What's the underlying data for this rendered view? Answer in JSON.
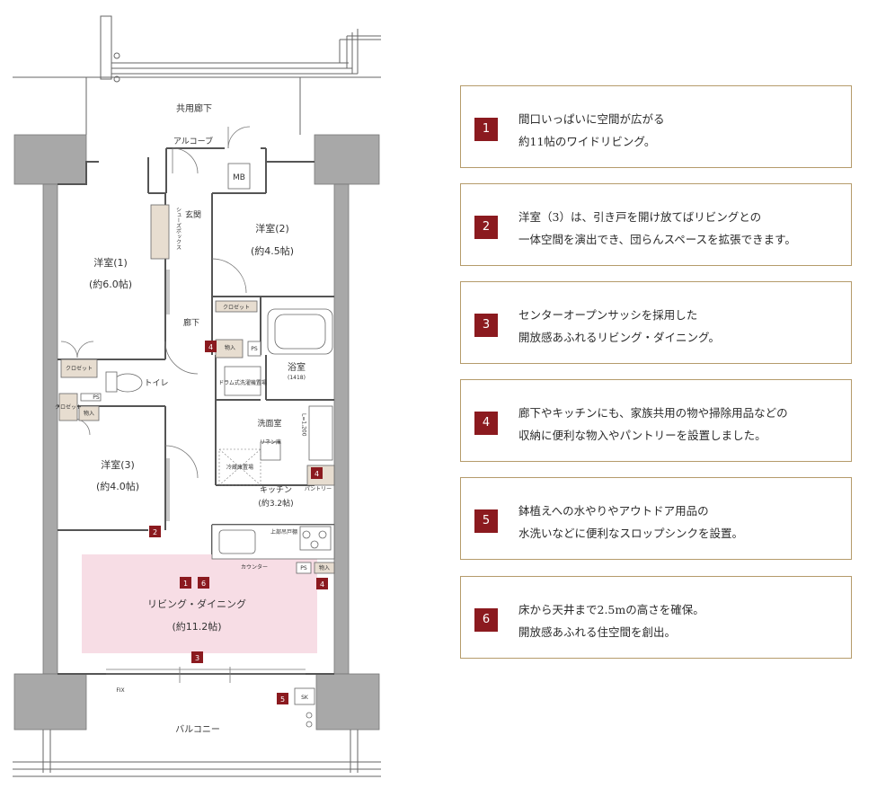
{
  "floorplan": {
    "rooms": {
      "corridor": "共用廊下",
      "alcove": "アルコーブ",
      "mb": "MB",
      "entrance": "玄関",
      "shoebox": "シューズボックス",
      "western2_name": "洋室(2)",
      "western2_size": "(約4.5帖)",
      "western1_name": "洋室(1)",
      "western1_size": "(約6.0帖)",
      "hallway": "廊下",
      "closet": "クロゼット",
      "storage": "物入",
      "ps": "PS",
      "toilet": "トイレ",
      "bath": "浴室",
      "bath_size": "(1418)",
      "washroom": "洗面室",
      "linen": "リネン庫",
      "washer": "ドラム式洗濯機置場",
      "western3_name": "洋室(3)",
      "western3_size": "(約4.0帖)",
      "fridge": "冷蔵庫置場",
      "kitchen_name": "キッチン",
      "kitchen_size": "(約3.2帖)",
      "pantry": "パントリー",
      "counter": "カウンター",
      "upper_cabinet": "上部吊戸棚",
      "living_name": "リビング・ダイニング",
      "living_size": "(約11.2帖)",
      "fix": "FIX",
      "sk": "SK",
      "balcony": "バルコニー",
      "height_note": "L=1,200"
    },
    "badges": [
      "1",
      "2",
      "3",
      "4",
      "5",
      "6"
    ]
  },
  "features": [
    {
      "number": "1",
      "line1": "間口いっぱいに空間が広がる",
      "line2": "約11帖のワイドリビング。"
    },
    {
      "number": "2",
      "line1": "洋室（3）は、引き戸を開け放てばリビングとの",
      "line2": "一体空間を演出でき、団らんスペースを拡張できます。"
    },
    {
      "number": "3",
      "line1": "センターオープンサッシを採用した",
      "line2": "開放感あふれるリビング・ダイニング。"
    },
    {
      "number": "4",
      "line1": "廊下やキッチンにも、家族共用の物や掃除用品などの",
      "line2": "収納に便利な物入やパントリーを設置しました。"
    },
    {
      "number": "5",
      "line1": "鉢植えへの水やりやアウトドア用品の",
      "line2": "水洗いなどに便利なスロップシンクを設置。"
    },
    {
      "number": "6",
      "line1": "床から天井まで2.5mの高さを確保。",
      "line2": "開放感あふれる住空間を創出。"
    }
  ],
  "colors": {
    "accent": "#8b1a1f",
    "frame": "#b59b6b",
    "living_highlight": "#f7dde5",
    "wall": "#a8a8a8"
  }
}
